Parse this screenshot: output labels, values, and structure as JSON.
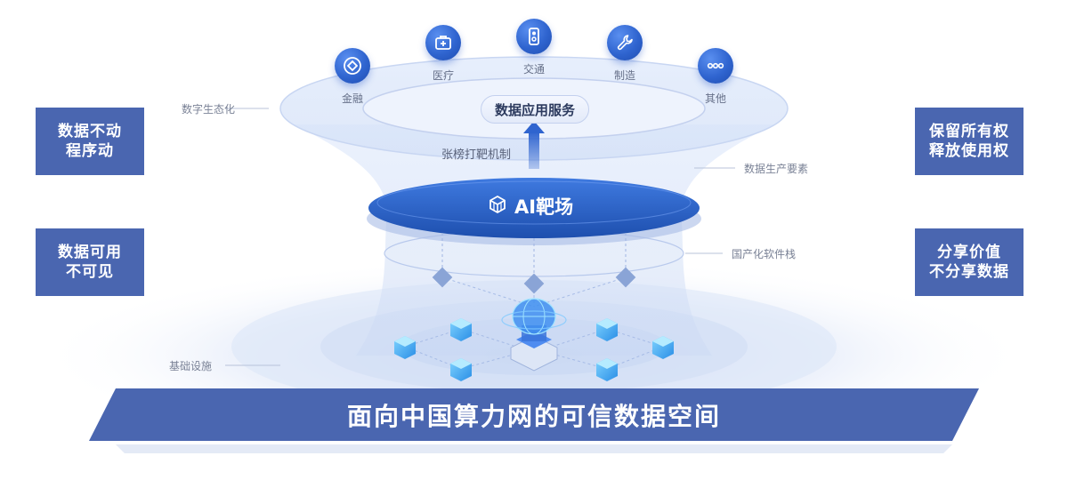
{
  "left_boxes": [
    {
      "line1": "数据不动",
      "line2": "程序动"
    },
    {
      "line1": "数据可用",
      "line2": "不可见"
    }
  ],
  "right_boxes": [
    {
      "line1": "保留所有权",
      "line2": "释放使用权"
    },
    {
      "line1": "分享价值",
      "line2": "不分享数据"
    }
  ],
  "services": [
    {
      "label": "金融",
      "icon": "diamond-icon"
    },
    {
      "label": "医疗",
      "icon": "medical-kit-icon"
    },
    {
      "label": "交通",
      "icon": "traffic-light-icon"
    },
    {
      "label": "制造",
      "icon": "wrench-icon"
    },
    {
      "label": "其他",
      "icon": "more-icon"
    }
  ],
  "center": {
    "service_pill": "数据应用服务",
    "mechanism": "张榜打靶机制",
    "ai_label": "AI靶场",
    "ai_icon": "cube-icon"
  },
  "callouts": {
    "ecosystem": "数字生态化",
    "data_production": "数据生产要素",
    "software_stack": "国产化软件栈",
    "infrastructure": "基础设施"
  },
  "banner": "面向中国算力网的可信数据空间",
  "colors": {
    "primary": "#4a66b0",
    "accent": "#2f64cf",
    "light": "#e3eaf9"
  }
}
